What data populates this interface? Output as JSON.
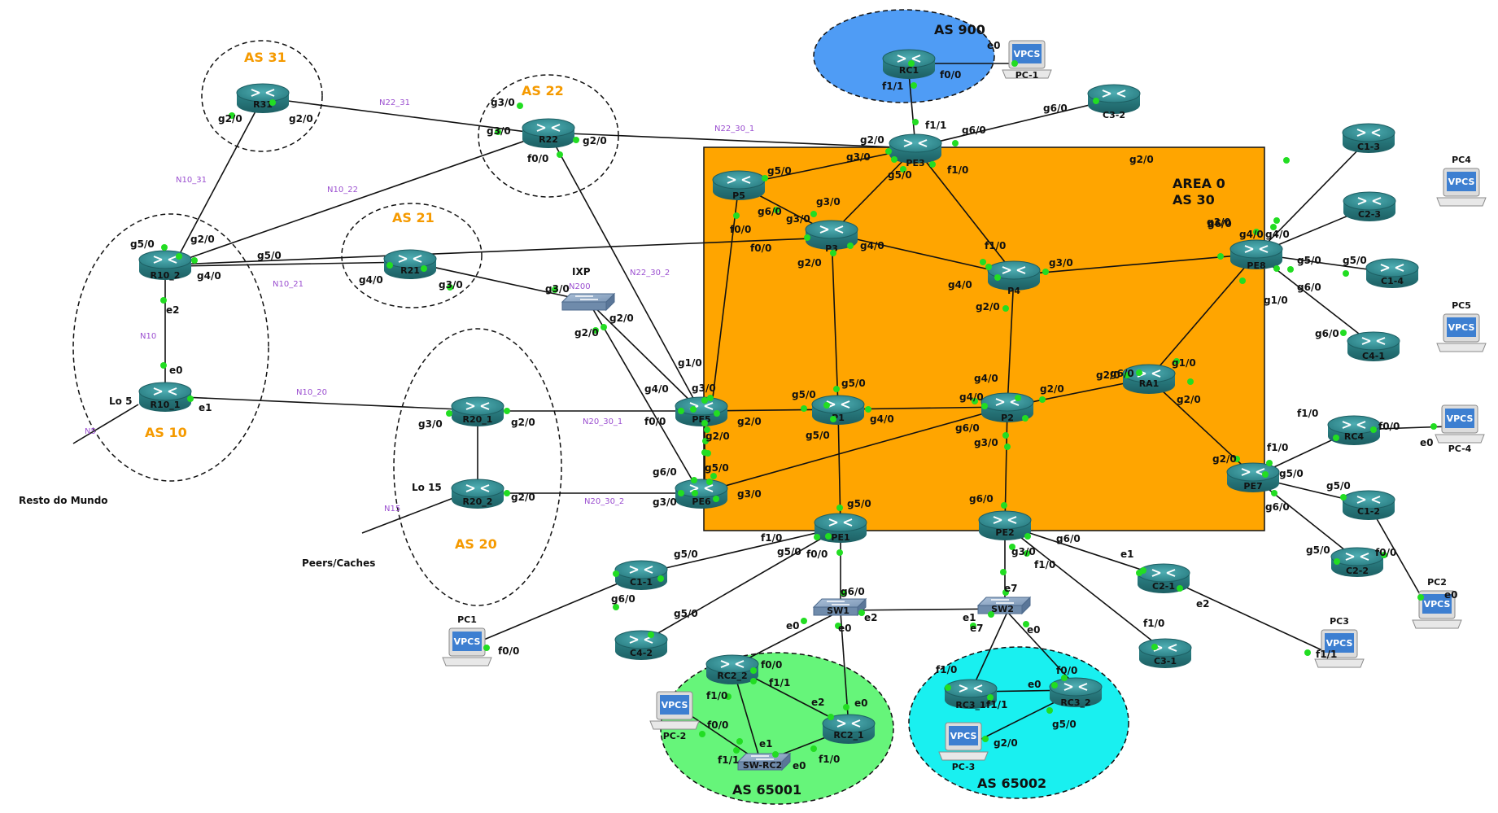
{
  "area": {
    "line1": "AREA 0",
    "line2": "AS 30"
  },
  "as_labels": {
    "as900": "AS 900",
    "as31": "AS 31",
    "as22": "AS 22",
    "as21": "AS 21",
    "as10": "AS 10",
    "as20": "AS 20",
    "as65001": "AS 65001",
    "as65002": "AS 65002"
  },
  "colors": {
    "area_fill": "#FFA500",
    "as900_fill": "#4F9CF5",
    "as65001_fill": "#66F57A",
    "as65002_fill": "#19F0F0",
    "as_label": "#F59A00",
    "router": "#2F8A8E",
    "link_dot": "#22DD22",
    "net_label": "#9B4FD0"
  },
  "nodes": {
    "RC1": "RC1",
    "PE3": "PE3",
    "C3_2": "C3-2",
    "P5": "P5",
    "P3": "P3",
    "P4": "P4",
    "PE8": "PE8",
    "C1_3": "C1-3",
    "C2_3": "C2-3",
    "C1_4": "C1-4",
    "C4_1": "C4-1",
    "RA1": "RA1",
    "PE7": "PE7",
    "RC4": "RC4",
    "C1_2": "C1-2",
    "C2_2": "C2-2",
    "P1": "P1",
    "P2": "P2",
    "PE5": "PE5",
    "PE6": "PE6",
    "PE1": "PE1",
    "PE2": "PE2",
    "C1_1": "C1-1",
    "C4_2": "C4-2",
    "C2_1": "C2-1",
    "C3_1": "C3-1",
    "R31": "R31",
    "R22": "R22",
    "R21": "R21",
    "R10_2": "R10_2",
    "R10_1": "R10_1",
    "R20_1": "R20_1",
    "R20_2": "R20_2",
    "RC2_2": "RC2_2",
    "RC2_1": "RC2_1",
    "RC3_1": "RC3_1",
    "RC3_2": "RC3_2",
    "SW1": "SW1",
    "SW2": "SW2",
    "SW_RC2": "SW-RC2",
    "IXP": "IXP",
    "PC_1": "PC-1",
    "PC_2": "PC-2",
    "PC_3": "PC-3",
    "PC_4": "PC-4",
    "PC1": "PC1",
    "PC2": "PC2",
    "PC3": "PC3",
    "PC4": "PC4",
    "PC5": "PC5",
    "vpcs": "VPCS"
  },
  "misc": {
    "resto": "Resto do Mundo",
    "peers": "Peers/Caches",
    "n200": "N200",
    "lo5": "Lo 5",
    "lo15": "Lo 15"
  },
  "net_labels": {
    "N22_31": "N22_31",
    "N22_30_1": "N22_30_1",
    "N10_31": "N10_31",
    "N10_22": "N10_22",
    "N10_21": "N10_21",
    "N22_30_2": "N22_30_2",
    "N10": "N10",
    "N10_20": "N10_20",
    "N5": "N5",
    "N20_30_1": "N20_30_1",
    "N20_30_2": "N20_30_2",
    "N15": "N15"
  },
  "ifaces": [
    "e0",
    "f0/0",
    "f1/1",
    "f1/1",
    "g6/0",
    "g6/0",
    "g2/0",
    "g3/0",
    "g5/0",
    "f1/0",
    "g5/0",
    "g6/0",
    "g3/0",
    "f0/0",
    "f0/0",
    "g3/0",
    "g2/0",
    "g4/0",
    "f1/0",
    "g3/0",
    "g4/0",
    "g2/0",
    "g2/0",
    "g3/0",
    "g4/0",
    "g4/0",
    "g5/0",
    "g5/0",
    "g6/0",
    "g6/0",
    "g1/0",
    "g1/0",
    "g6/0",
    "g2/0",
    "g2/0",
    "g2/0",
    "f1/0",
    "f1/0",
    "f0/0",
    "e0",
    "g5/0",
    "g5/0",
    "g6/0",
    "f0/0",
    "e0",
    "g5/0",
    "g1/0",
    "g4/0",
    "g3/0",
    "f0/0",
    "g2/0",
    "g5/0",
    "g5/0",
    "g4/0",
    "g4/0",
    "g2/0",
    "g4/0",
    "g6/0",
    "g6/0",
    "g3/0",
    "g2/0",
    "g5/0",
    "g6/0",
    "g5/0",
    "g3/0",
    "g3/0",
    "g5/0",
    "g6/0",
    "f1/0",
    "g5/0",
    "f0/0",
    "g6/0",
    "g3/0",
    "f1/0",
    "g5/0",
    "g6/0",
    "g5/0",
    "f0/0",
    "g6/0",
    "e0",
    "e0",
    "e2",
    "e1",
    "e7",
    "e7",
    "e0",
    "e1",
    "e2",
    "f1/0",
    "f1/1",
    "f0/0",
    "f1/1",
    "f1/0",
    "e2",
    "e0",
    "e1",
    "f0/0",
    "e0",
    "f1/0",
    "f1/1",
    "f1/0",
    "f1/1",
    "f0/0",
    "e0",
    "g5/0",
    "g2/0",
    "g3/0",
    "g2/0",
    "g2/0",
    "g3/0",
    "g2/0",
    "f0/0",
    "g5/0",
    "g2/0",
    "g5/0",
    "g4/0",
    "g4/0",
    "g3/0",
    "g3/0",
    "g2/0",
    "g2/0",
    "e2",
    "e0",
    "e1",
    "g3/0",
    "g2/0",
    "g2/0",
    "g3/0",
    "g2/0",
    "g3/0"
  ]
}
